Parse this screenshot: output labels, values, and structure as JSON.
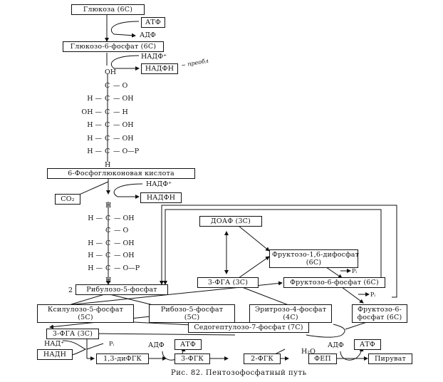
{
  "title": "Пентозофосфатный путь",
  "caption": "Рис. 82. Пентозофосфатный путь",
  "nodes": {
    "glucose": "Глюкоза (6С)",
    "atp1": "АТФ",
    "adp1": "АДФ",
    "g6p": "Глюкозо-6-фосфат (6С)",
    "nadp1": "НАДФ⁺",
    "nadph1": "НАДФН",
    "handnote": "~ преобл",
    "pgluconate": "6-Фосфоглюконовая кислота",
    "nadp2": "НАДФ⁺",
    "nadph2": "НАДФН",
    "co2": "CO₂",
    "ru5p": "Рибулозо-5-фосфат",
    "ru5p_coef": "2",
    "xu5p_line1": "Ксилулозо-5-фосфат",
    "xu5p_line2": "(5С)",
    "r5p_line1": "Рибозо-5-фосфат",
    "r5p_line2": "(5С)",
    "e4p_line1": "Эритрозо-4-фосфат",
    "e4p_line2": "(4С)",
    "f6p_b_line1": "Фруктозо-6-",
    "f6p_b_line2": "фосфат (6С)",
    "s7p": "Седогептулозо-7-фосфат (7С)",
    "dhap": "ДОАФ (3С)",
    "fbp_line1": "Фруктозо-1,6-дифосфат",
    "fbp_line2": "(6С)",
    "gap_top": "3-ФГА (3С)",
    "f6p_a": "Фруктозо-6-фосфат (6С)",
    "pi1": "Pᵢ",
    "pi2": "Pᵢ",
    "gap_low": "3-ФГА (3С)",
    "nad": "НАД⁺",
    "nadh": "НАДН",
    "pi3": "Pᵢ",
    "bpg": "1,3-диФГК",
    "adp2": "АДФ",
    "atp2": "АТФ",
    "pg3": "3-ФГК",
    "pg2": "2-ФГК",
    "h2o": "H₂O",
    "pep": "ФЕП",
    "adp3": "АДФ",
    "atp3": "АТФ",
    "pyruvate": "Пируват"
  },
  "gluconate_structure": [
    {
      "left": "",
      "center": "OH",
      "right": ""
    },
    {
      "left": "",
      "center": "C",
      "right": "O"
    },
    {
      "left": "H",
      "center": "C",
      "right": "OH"
    },
    {
      "left": "OH",
      "center": "C",
      "right": "H"
    },
    {
      "left": "H",
      "center": "C",
      "right": "OH"
    },
    {
      "left": "H",
      "center": "C",
      "right": "OH"
    },
    {
      "left": "H",
      "center": "C",
      "right": "O—P"
    },
    {
      "left": "",
      "center": "H",
      "right": ""
    }
  ],
  "ribulose_structure": [
    {
      "left": "",
      "center": "H",
      "right": ""
    },
    {
      "left": "H",
      "center": "C",
      "right": "OH"
    },
    {
      "left": "",
      "center": "C",
      "right": "O"
    },
    {
      "left": "H",
      "center": "C",
      "right": "OH"
    },
    {
      "left": "H",
      "center": "C",
      "right": "OH"
    },
    {
      "left": "H",
      "center": "C",
      "right": "O—P"
    },
    {
      "left": "",
      "center": "H",
      "right": ""
    }
  ]
}
